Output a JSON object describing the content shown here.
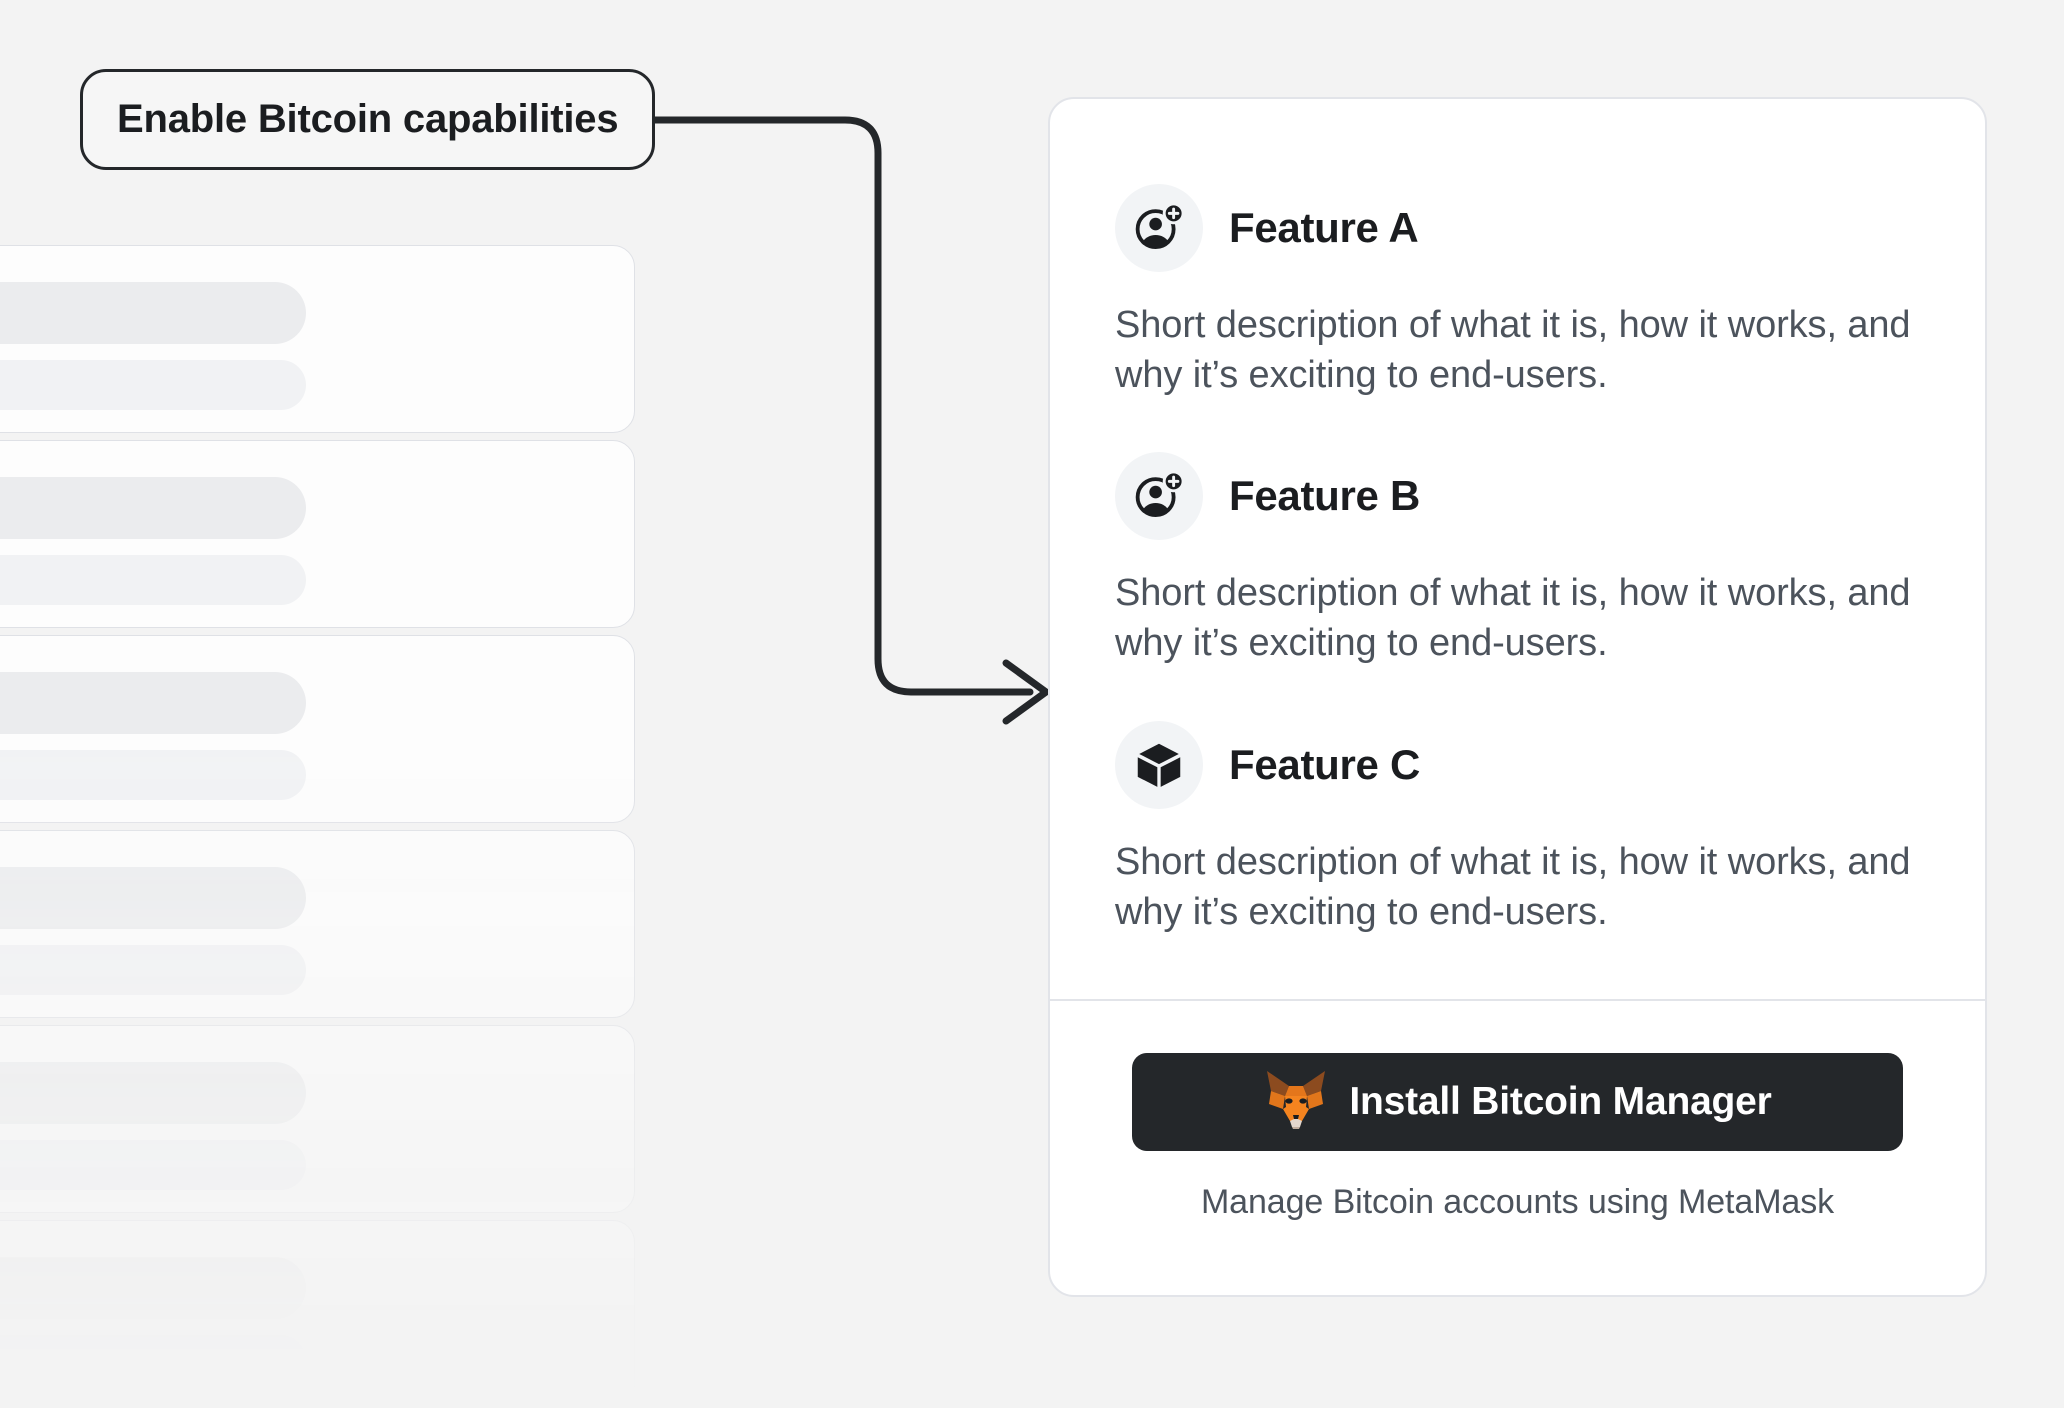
{
  "background": {
    "canvas_color": "#F3F3F3",
    "skeleton_cards": [
      {
        "name": "placeholder-row-1"
      },
      {
        "name": "placeholder-row-2"
      },
      {
        "name": "placeholder-row-3"
      },
      {
        "name": "placeholder-row-4"
      },
      {
        "name": "placeholder-row-5"
      },
      {
        "name": "placeholder-row-6"
      }
    ]
  },
  "annotation": {
    "label": "Enable Bitcoin capabilities",
    "border_color": "#24272A",
    "connector": {
      "icon": "elbow-arrow-right-icon",
      "dot_color": "#24272A",
      "stroke_color": "#24272A"
    }
  },
  "card": {
    "background": "#FFFFFF",
    "border_color": "#E2E4E9",
    "features": [
      {
        "icon": "add-account-icon",
        "title": "Feature A",
        "description": "Short description of what it is, how it works, and why it’s exciting to end-users."
      },
      {
        "icon": "add-account-icon",
        "title": "Feature B",
        "description": "Short description of what it is, how it works, and why it’s exciting to end-users."
      },
      {
        "icon": "cube-icon",
        "title": "Feature C",
        "description": "Short description of what it is, how it works, and why it’s exciting to end-users."
      }
    ],
    "footer": {
      "button": {
        "icon": "metamask-fox-icon",
        "label": "Install Bitcoin Manager",
        "background": "#24272A",
        "text_color": "#FFFFFF"
      },
      "caption": "Manage Bitcoin accounts using MetaMask"
    }
  }
}
